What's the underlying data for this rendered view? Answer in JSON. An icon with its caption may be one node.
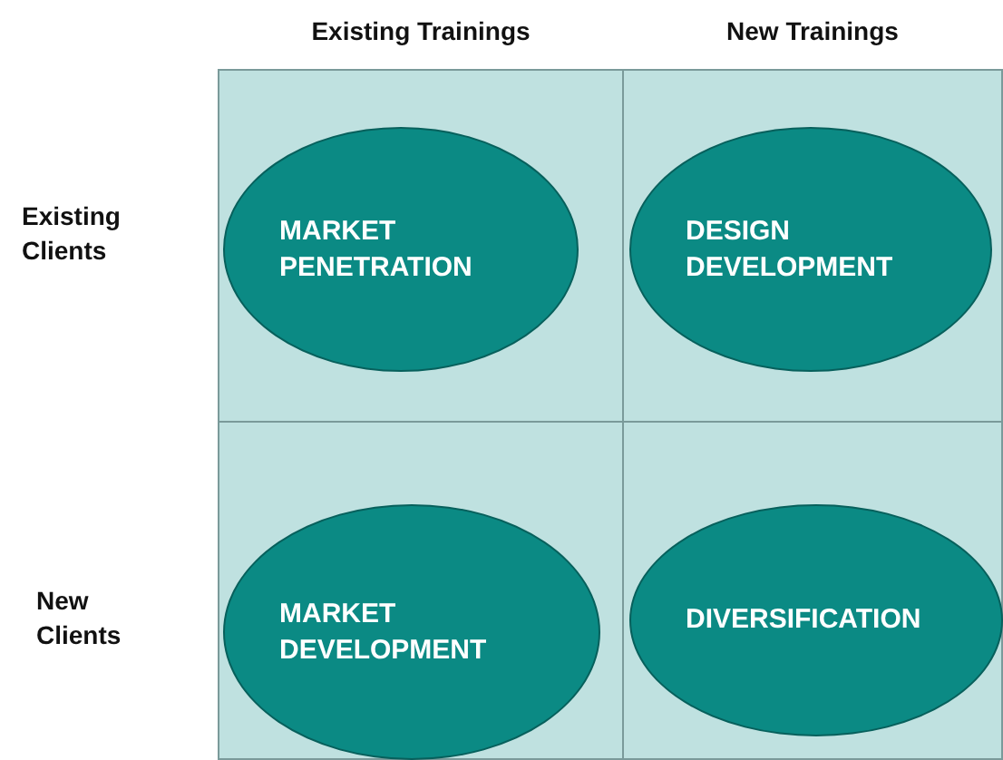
{
  "diagram": {
    "nodes": [
      {
        "text": [
          "MARKET PENETRATION"
        ]
      },
      {
        "text": [
          "DESIGN DEVELOPMENT"
        ]
      },
      {
        "text": [
          "MARKET DEVELOPMENT"
        ]
      },
      {
        "text": [
          "DIVERSIFICATION"
        ]
      }
    ],
    "labels": [
      "Existing Trainings",
      "New Trainings",
      "Existing Clients",
      "New Clients"
    ]
  }
}
